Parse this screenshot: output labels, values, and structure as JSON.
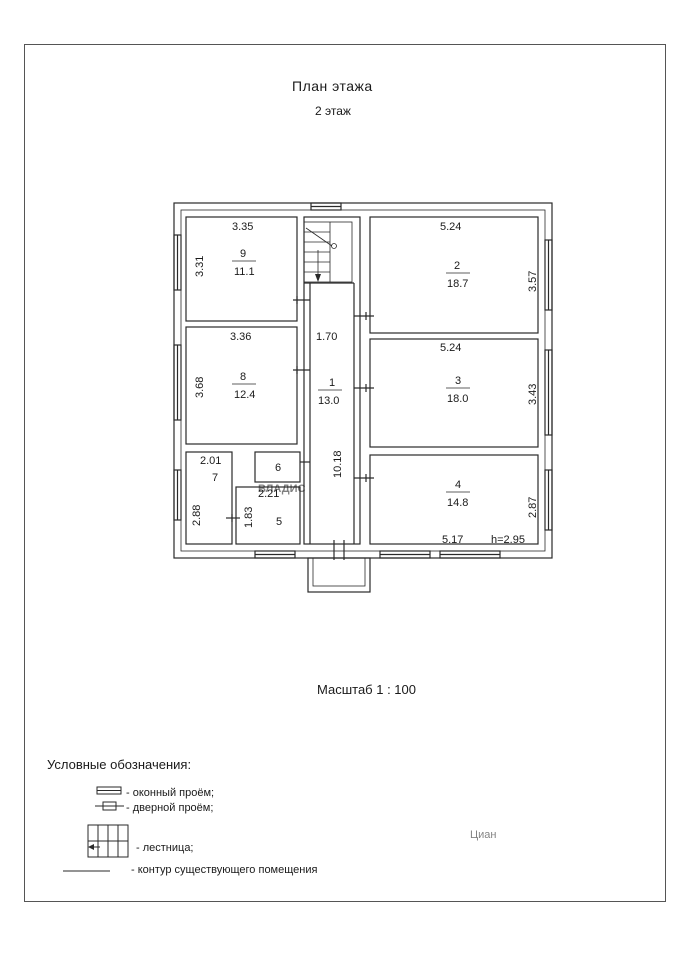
{
  "header": {
    "title": "План этажа",
    "subtitle": "2 этаж"
  },
  "scale_label": "Масштаб 1 : 100",
  "rooms": [
    {
      "number": "1",
      "area": "13.0",
      "dim": "1.70",
      "dim2": "10.18"
    },
    {
      "number": "2",
      "area": "18.7",
      "width": "5.24",
      "height": "3.57"
    },
    {
      "number": "3",
      "area": "18.0",
      "width": "5.24",
      "height": "3.43"
    },
    {
      "number": "4",
      "area": "14.8",
      "width": "5.17",
      "height": "2.87"
    },
    {
      "number": "5",
      "width": "2.21",
      "height": "1.83"
    },
    {
      "number": "6"
    },
    {
      "number": "7",
      "width": "2.01",
      "height": "2.88"
    },
    {
      "number": "8",
      "area": "12.4",
      "width": "3.36",
      "height": "3.68"
    },
    {
      "number": "9",
      "area": "11.1",
      "width": "3.35",
      "height": "3.31"
    }
  ],
  "ceiling_height": "h=2.95",
  "legend": {
    "title": "Условные обозначения:",
    "items": [
      {
        "icon": "window-opening-icon",
        "label": "- оконный проём;"
      },
      {
        "icon": "door-opening-icon",
        "label": "- дверной проём;"
      },
      {
        "icon": "staircase-icon",
        "label": "- лестница;"
      },
      {
        "icon": "contour-line-icon",
        "label": "- контур существующего помещения"
      }
    ]
  },
  "watermarks": [
    "ВЛАДИС",
    "Циан"
  ],
  "colors": {
    "line": "#2a2a2a",
    "frame": "#555555",
    "watermark": "#c8c8c8"
  }
}
